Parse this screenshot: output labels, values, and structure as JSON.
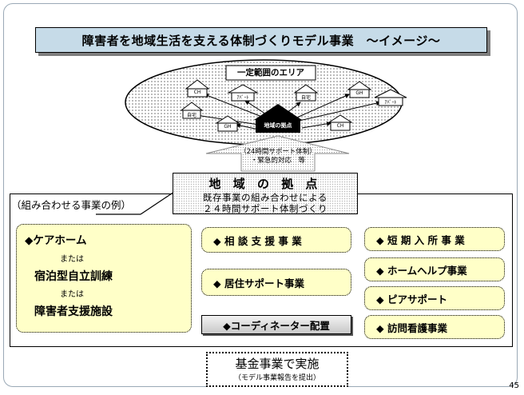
{
  "title": "障害者を地域生活を支える体制づくりモデル事業　～イメージ～",
  "area": {
    "label": "一定範囲のエリア",
    "center_label": "地域の拠点",
    "houses": [
      "CH",
      "ｱﾊﾟｰﾄ",
      "自宅",
      "GH",
      "ｱﾊﾟｰﾄ",
      "自宅",
      "GH",
      "CH"
    ]
  },
  "arrow": {
    "line1": "（24時間サポート体制）",
    "line2": "・緊急的対応　等"
  },
  "hub": {
    "title": "地 域 の 拠 点",
    "line1": "既存事業の組み合わせによる",
    "line2": "２４時間サポート体制づくり"
  },
  "examples_label": "（組み合わせる事業の例）",
  "care": {
    "line1": "◆ケアホーム",
    "or1": "または",
    "line2": "宿泊型自立訓練",
    "or2": "または",
    "line3": "障害者支援施設"
  },
  "middle": {
    "consult": "◆ 相 談 支 援 事 業",
    "residence": "◆ 居住サポート事業",
    "coordinator": "◆コーディネーター配置"
  },
  "right": {
    "short_stay": "◆ 短 期 入 所 事 業",
    "home_help": "◆ ホームヘルプ事業",
    "peer": "◆ ピアサポート",
    "visit_nursing": "◆ 訪問看護事業"
  },
  "fund": {
    "line1": "基金事業で実施",
    "line2": "（モデル事業報告を提出）"
  },
  "page_number": "45"
}
